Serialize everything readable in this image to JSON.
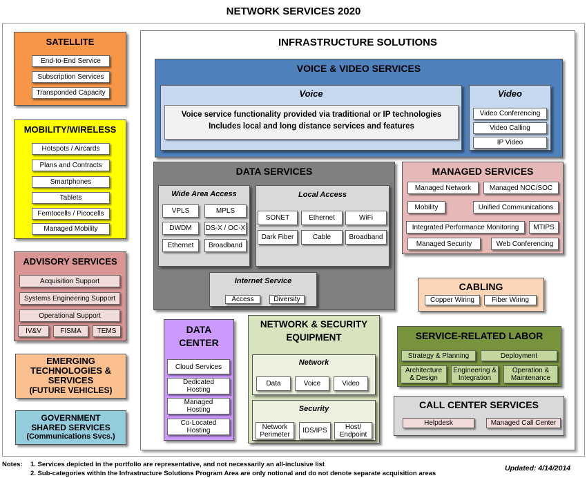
{
  "title": "NETWORK SERVICES 2020",
  "satellite": {
    "title": "SATELLITE",
    "items": [
      "End-to-End Service",
      "Subscription Services",
      "Transponded Capacity"
    ]
  },
  "mobility": {
    "title": "MOBILITY/WIRELESS",
    "items": [
      "Hotspots / Aircards",
      "Plans and Contracts",
      "Smartphones",
      "Tablets",
      "Femtocells / Picocells",
      "Managed Mobility"
    ]
  },
  "advisory": {
    "title": "ADVISORY SERVICES",
    "items": [
      "Acquisition Support",
      "Systems Engineering Support",
      "Operational Support",
      "IV&V",
      "FISMA",
      "TEMS"
    ]
  },
  "emerging": {
    "line1": "EMERGING",
    "line2": "TECHNOLOGIES &",
    "line3": "SERVICES",
    "line4": "(FUTURE VEHICLES)"
  },
  "government": {
    "line1": "GOVERNMENT",
    "line2": "SHARED SERVICES",
    "line3": "(Communications Svcs.)"
  },
  "infrastructure": {
    "title": "INFRASTRUCTURE SOLUTIONS"
  },
  "voice_video": {
    "title": "VOICE & VIDEO SERVICES",
    "voice": {
      "title": "Voice",
      "line1": "Voice service functionality provided via traditional or IP technologies",
      "line2": "Includes local and long distance services and features"
    },
    "video": {
      "title": "Video",
      "items": [
        "Video Conferencing",
        "Video Calling",
        "IP Video"
      ]
    }
  },
  "data_services": {
    "title": "DATA SERVICES",
    "wide_area": {
      "title": "Wide Area Access",
      "items": [
        "VPLS",
        "MPLS",
        "DWDM",
        "DS-X / OC-X",
        "Ethernet",
        "Broadband"
      ]
    },
    "local": {
      "title": "Local Access",
      "items": [
        "SONET",
        "Ethernet",
        "WiFi",
        "Dark Fiber",
        "Cable",
        "Broadband"
      ]
    },
    "internet": {
      "title": "Internet Service",
      "items": [
        "Access",
        "Diversity"
      ]
    }
  },
  "managed": {
    "title": "MANAGED SERVICES",
    "items": [
      "Managed Network",
      "Managed NOC/SOC",
      "Mobility",
      "Unified Communications",
      "Integrated Performance Monitoring",
      "MTIPS",
      "Managed Security",
      "Web Conferencing"
    ]
  },
  "cabling": {
    "title": "CABLING",
    "items": [
      "Copper Wiring",
      "Fiber Wiring"
    ]
  },
  "data_center": {
    "line1": "DATA",
    "line2": "CENTER",
    "items": [
      "Cloud Services",
      "Dedicated Hosting",
      "Managed Hosting",
      "Co-Located Hosting"
    ]
  },
  "network_security": {
    "line1": "NETWORK & SECURITY",
    "line2": "EQUIPMENT",
    "network": {
      "title": "Network",
      "items": [
        "Data",
        "Voice",
        "Video"
      ]
    },
    "security": {
      "title": "Security",
      "items": [
        "Network Perimeter",
        "IDS/IPS",
        "Host/ Endpoint"
      ]
    }
  },
  "labor": {
    "title": "SERVICE-RELATED LABOR",
    "items": [
      "Strategy & Planning",
      "Deployment",
      "Architecture & Design",
      "Engineering & Integration",
      "Operation & Maintenance"
    ]
  },
  "call_center": {
    "title": "CALL CENTER SERVICES",
    "items": [
      "Helpdesk",
      "Managed Call Center"
    ]
  },
  "notes": {
    "label": "Notes:",
    "note1": "1.  Services depicted in the portfolio are representative, and not necessarily an all-inclusive list",
    "note2": "2.  Sub-categories within the Infrastructure Solutions Program Area are only notional and do not denote separate acquisition areas",
    "updated": "Updated: 4/14/2014"
  },
  "colors": {
    "satellite": "#f79646",
    "mobility": "#ffff00",
    "advisory": "#d99694",
    "emerging": "#fac090",
    "government": "#93cddd",
    "voice_video": "#4f81bd",
    "voice_panel": "#c6d9f1",
    "data_services": "#808080",
    "data_inner": "#d9d9d9",
    "managed": "#e6b9b8",
    "cabling": "#fbd5b5",
    "data_center": "#cc99ff",
    "network_security": "#d7e4bd",
    "labor": "#77933c",
    "labor_item": "#c3d69b",
    "call_center": "#d9d9d9"
  }
}
